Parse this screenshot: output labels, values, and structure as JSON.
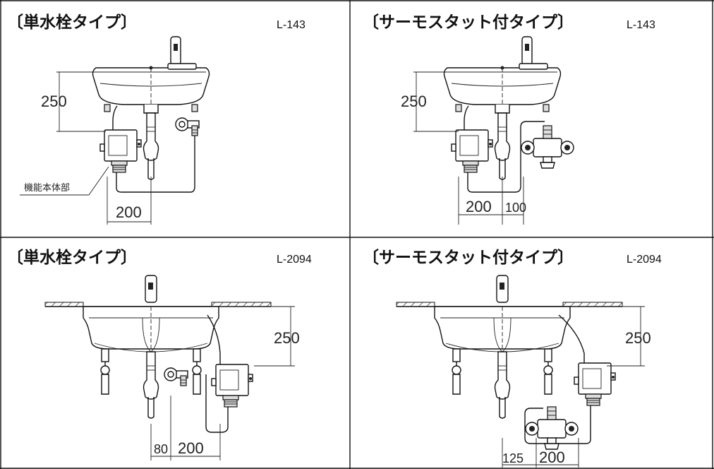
{
  "panels": [
    {
      "title": "〔単水栓タイプ〕",
      "model": "L-143",
      "dims": [
        "250",
        "200"
      ],
      "label": "機能本体部"
    },
    {
      "title": "〔サーモスタット付タイプ〕",
      "model": "L-143",
      "dims": [
        "250",
        "200",
        "100"
      ]
    },
    {
      "title": "〔単水栓タイプ〕",
      "model": "L-2094",
      "dims": [
        "250",
        "80",
        "200"
      ]
    },
    {
      "title": "〔サーモスタット付タイプ〕",
      "model": "L-2094",
      "dims": [
        "250",
        "125",
        "200"
      ]
    }
  ]
}
